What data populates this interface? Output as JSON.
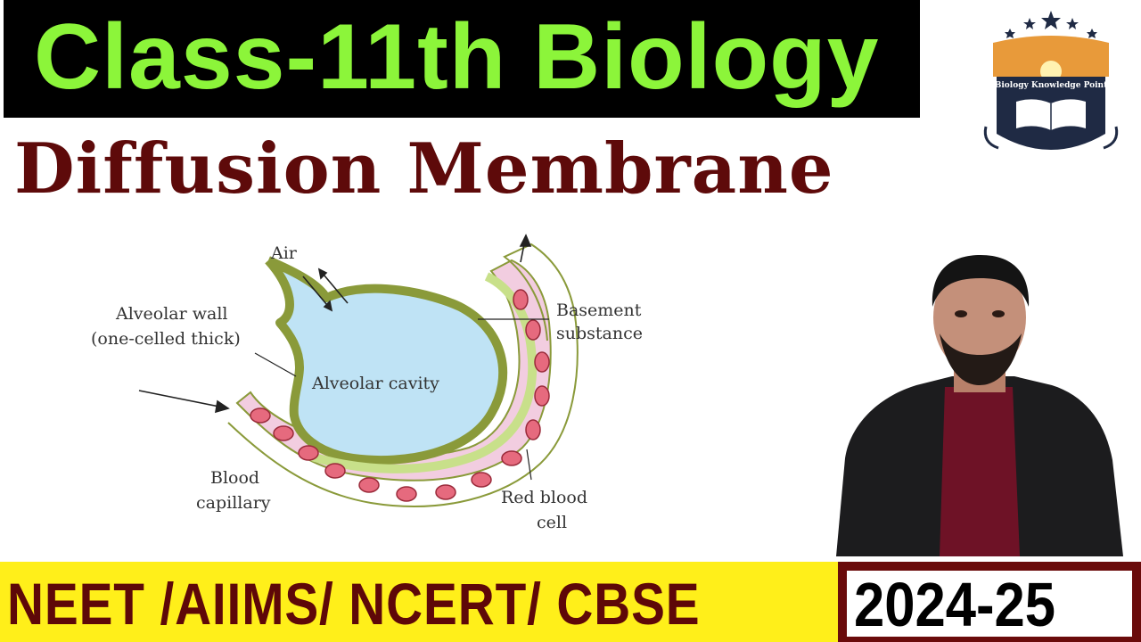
{
  "header": {
    "title": "Class-11th Biology",
    "subtitle": "Diffusion Membrane"
  },
  "logo": {
    "text": "Biology Knowledge Point",
    "icon": "open-book-icon"
  },
  "diagram": {
    "labels": {
      "air": "Air",
      "alveolar_wall_line1": "Alveolar wall",
      "alveolar_wall_line2": "(one-celled thick)",
      "basement_line1": "Basement",
      "basement_line2": "substance",
      "cavity": "Alveolar cavity",
      "blood_line1": "Blood",
      "blood_line2": "capillary",
      "rbc_line1": "Red blood",
      "rbc_line2": "cell"
    }
  },
  "footer": {
    "exams": "NEET /AIIMS/ NCERT/ CBSE",
    "year": "2024-25"
  },
  "colors": {
    "title_green": "#8cf53a",
    "maroon": "#5e0a0a",
    "banner_yellow": "#ffef1a"
  }
}
